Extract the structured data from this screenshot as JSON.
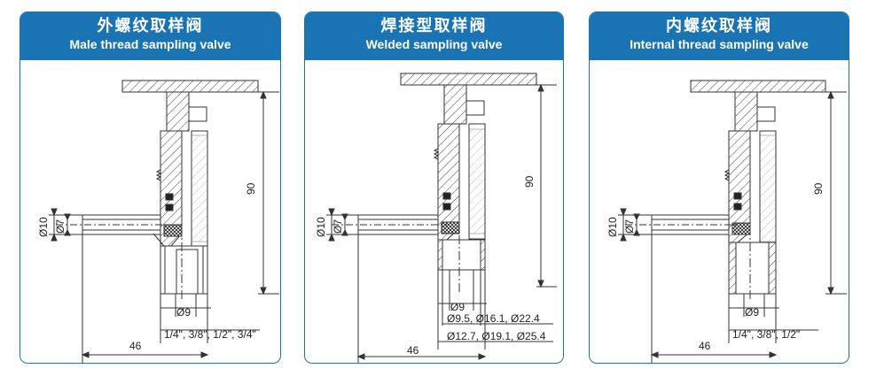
{
  "cards": [
    {
      "title_cn": "外螺纹取样阀",
      "title_en": "Male thread sampling valve",
      "dims": {
        "height": "90",
        "outer_dia": "Ø10",
        "inner_dia": "Ø7",
        "bore": "Ø9",
        "length": "46",
        "sizes_1": "1/4\", 3/8\", 1/2\", 3/4\""
      }
    },
    {
      "title_cn": "焊接型取样阀",
      "title_en": "Welded sampling valve",
      "dims": {
        "height": "90",
        "outer_dia": "Ø10",
        "inner_dia": "Ø7",
        "bore": "Ø9",
        "length": "46",
        "sizes_1": "Ø9.5, Ø16.1, Ø22.4",
        "sizes_2": "Ø12.7, Ø19.1, Ø25.4"
      }
    },
    {
      "title_cn": "内螺纹取样阀",
      "title_en": "Internal thread sampling valve",
      "dims": {
        "height": "90",
        "outer_dia": "Ø10",
        "inner_dia": "Ø7",
        "bore": "Ø9",
        "length": "46",
        "sizes_1": "1/4\", 3/8\", 1/2\""
      }
    }
  ],
  "colors": {
    "header_bg": "#1a74b4",
    "border": "#1a74b4",
    "line": "#333333"
  }
}
